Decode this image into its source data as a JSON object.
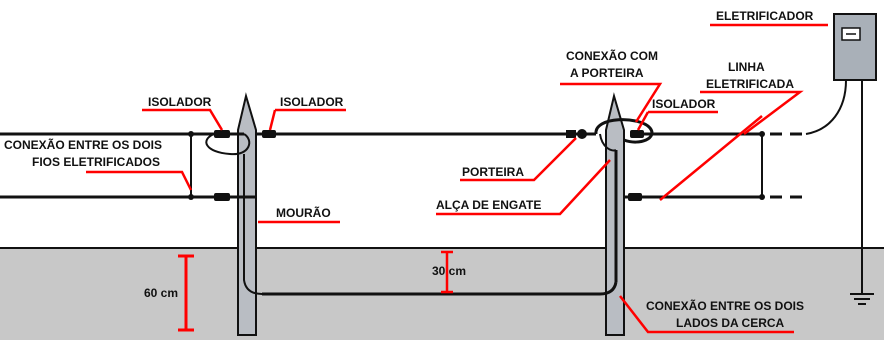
{
  "labels": {
    "eletrificador": "ELETRIFICADOR",
    "conexao_porteira_1": "CONEXÃO COM",
    "conexao_porteira_2": "A PORTEIRA",
    "linha_1": "LINHA",
    "linha_2": "ELETRIFICADA",
    "isolador_left": "ISOLADOR",
    "isolador_mid": "ISOLADOR",
    "isolador_right": "ISOLADOR",
    "conexao_fios_1": "CONEXÃO ENTRE OS DOIS",
    "conexao_fios_2": "FIOS ELETRIFICADOS",
    "porteira": "PORTEIRA",
    "mourao": "MOURÃO",
    "alca": "ALÇA DE ENGATE",
    "dim_30": "30 cm",
    "dim_60": "60 cm",
    "conexao_lados_1": "CONEXÃO ENTRE OS DOIS",
    "conexao_lados_2": "LADOS DA CERCA"
  },
  "colors": {
    "ground": "#c8c8c8",
    "post": "#b9bdc3",
    "wire": "#111111",
    "label_line": "#ff0000",
    "device": "#a9b0b8"
  }
}
